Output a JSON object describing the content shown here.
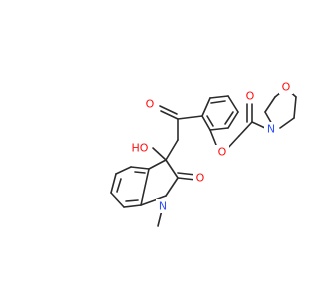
{
  "colors": {
    "bond": "#2b2b2b",
    "oxygen": "#ff0d0d",
    "nitrogen": "#3050f8",
    "carbon_label": "#2b2b2b",
    "background": "#ffffff"
  },
  "atoms": {
    "ketone_oxygen": "O",
    "ether_oxygen": "O",
    "amide_oxygen": "O",
    "morpholine_nitrogen": "N",
    "morpholine_oxygen": "O",
    "hydroxyl": "HO",
    "lactam_oxygen": "O",
    "indole_nitrogen": "N"
  }
}
